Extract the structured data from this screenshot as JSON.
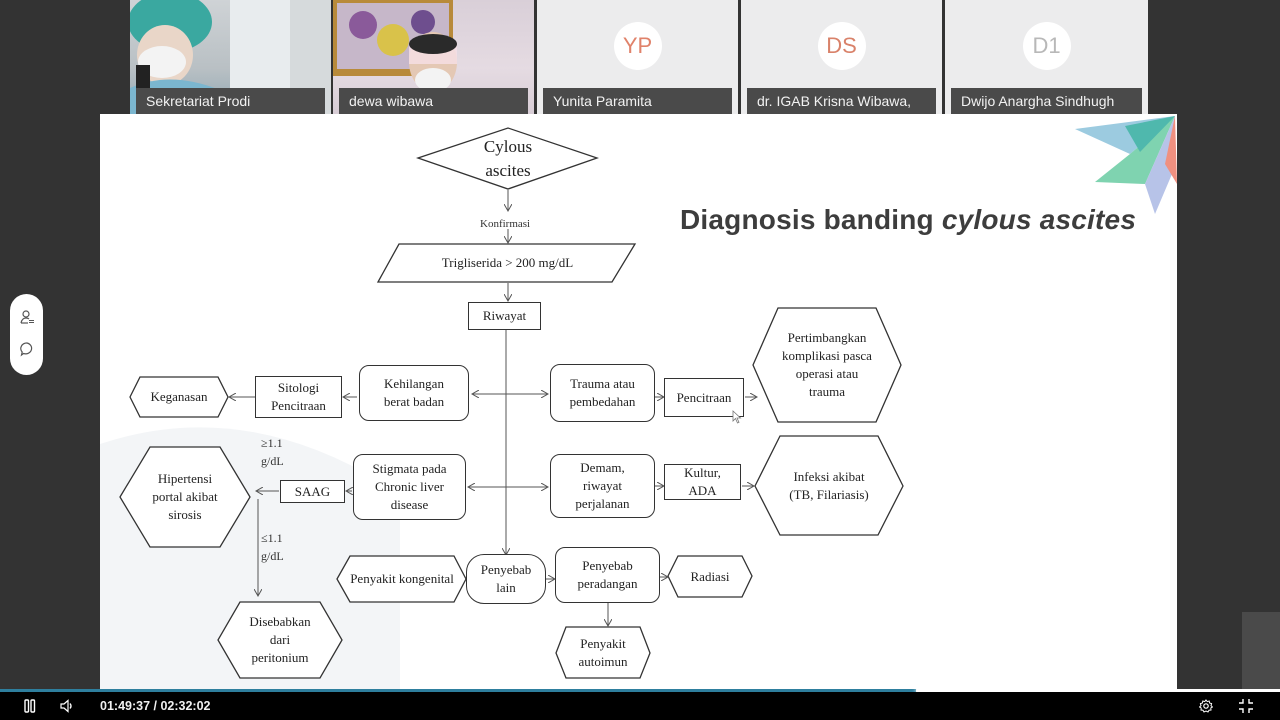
{
  "participants": [
    {
      "name": "Sekretariat Prodi",
      "type": "video"
    },
    {
      "name": "dewa wibawa",
      "type": "video"
    },
    {
      "name": "Yunita Paramita",
      "initials": "YP",
      "initials_color": "#e0826a"
    },
    {
      "name": "dr. IGAB Krisna Wibawa,",
      "initials": "DS",
      "initials_color": "#d9826a"
    },
    {
      "name": "Dwijo Anargha Sindhugh",
      "initials": "D1",
      "initials_color": "#b8b8b8"
    }
  ],
  "side_panel": {
    "icons": [
      "participants-icon",
      "chat-icon"
    ]
  },
  "slide": {
    "title_plain": "Diagnosis banding ",
    "title_italic": "cylous ascites",
    "flowchart": {
      "start": "Cylous ascites",
      "confirm_label": "Konfirmasi",
      "test": "Trigliserida > 200 mg/dL",
      "history": "Riwayat",
      "weight_loss": "Kehilangan berat badan",
      "cytology": "Sitologi Pencitraan",
      "malignancy": "Keganasan",
      "liver_stigmata": "Stigmata pada Chronic liver disease",
      "saag": "SAAG",
      "saag_high": "≥1.1 g/dL",
      "saag_low": "≤1.1 g/dL",
      "portal_hypertension": "Hipertensi portal akibat sirosis",
      "peritoneum": "Disebabkan dari peritonium",
      "trauma": "Trauma atau pembedahan",
      "imaging": "Pencitraan",
      "postop": "Pertimbangkan komplikasi pasca operasi atau trauma",
      "fever": "Demam, riwayat perjalanan",
      "culture": "Kultur, ADA",
      "infection": "Infeksi akibat (TB, Filariasis)",
      "other": "Penyebab lain",
      "congenital": "Penyakit kongenital",
      "inflammation": "Penyebab peradangan",
      "radiation": "Radiasi",
      "autoimmune": "Penyakit autoimun"
    }
  },
  "player": {
    "current_time": "01:49:37",
    "total_time": "02:32:02",
    "time_display": "01:49:37 / 02:32:02",
    "progress": 0.721,
    "accent_color": "#2e7f9e",
    "controls": [
      "pause-icon",
      "volume-icon",
      "settings-icon",
      "exit-fullscreen-icon"
    ]
  }
}
